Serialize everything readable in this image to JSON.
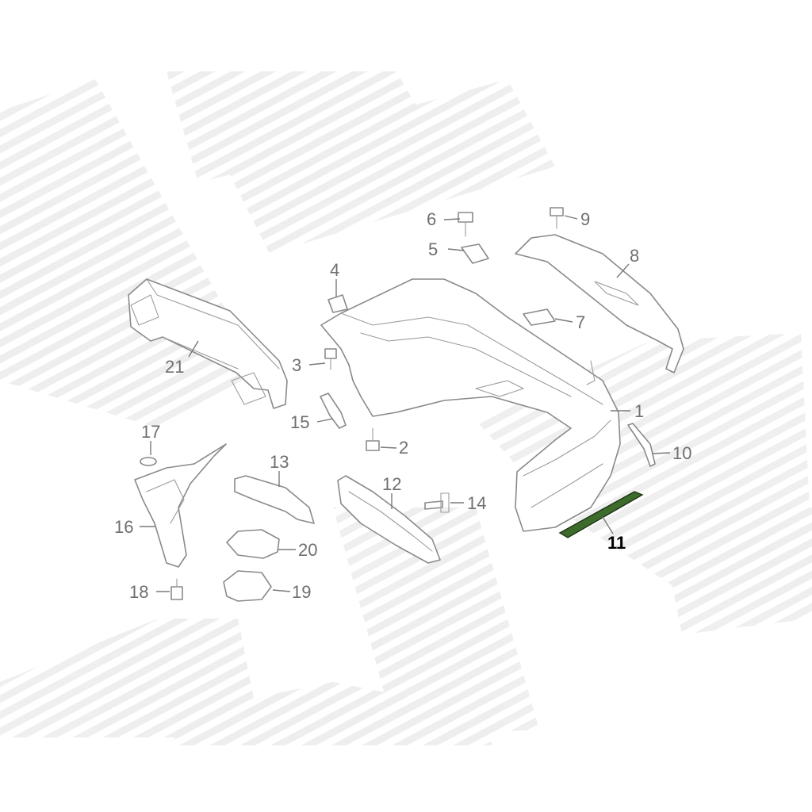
{
  "diagram": {
    "colors": {
      "line": "#8a8a8a",
      "label": "#6f6f6f",
      "highlight_label": "#000000",
      "highlight_part": "#3d6b2c"
    },
    "callouts": {
      "c1": "1",
      "c2": "2",
      "c3": "3",
      "c4": "4",
      "c5": "5",
      "c6": "6",
      "c7": "7",
      "c8": "8",
      "c9": "9",
      "c10": "10",
      "c11": "11",
      "c12": "12",
      "c13": "13",
      "c14": "14",
      "c15": "15",
      "c16": "16",
      "c17": "17",
      "c18": "18",
      "c19": "19",
      "c20": "20",
      "c21": "21"
    },
    "highlighted_callout": "11"
  }
}
